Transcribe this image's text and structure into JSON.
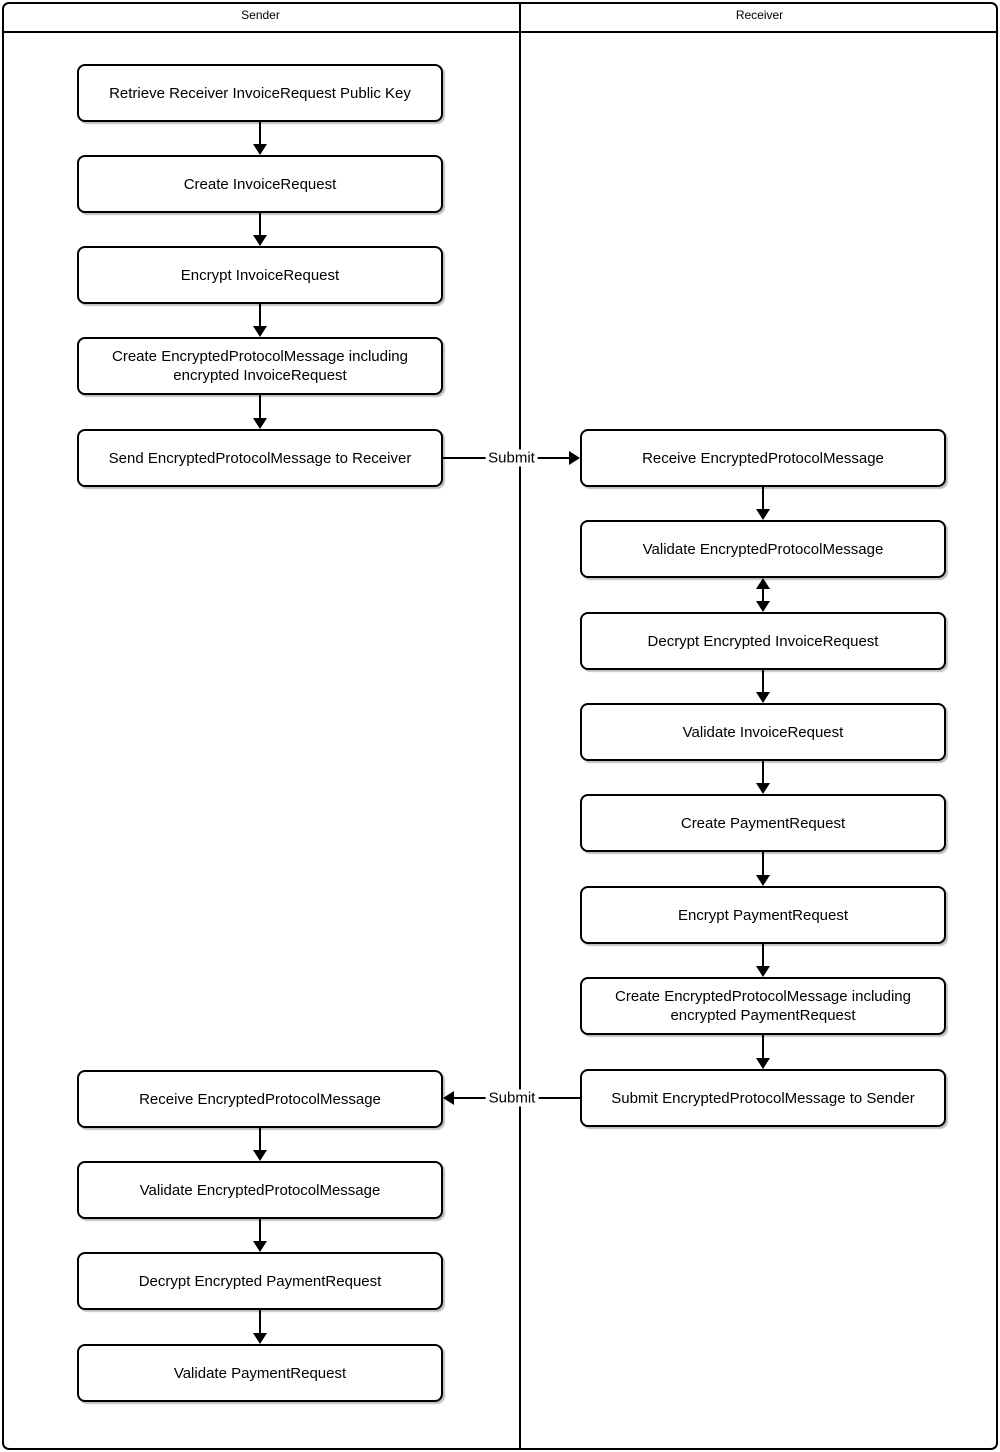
{
  "lanes": {
    "sender": "Sender",
    "receiver": "Receiver"
  },
  "nodes": {
    "sender": [
      "Retrieve Receiver InvoiceRequest Public Key",
      "Create InvoiceRequest",
      "Encrypt InvoiceRequest",
      "Create EncryptedProtocolMessage including encrypted InvoiceRequest",
      "Send EncryptedProtocolMessage to Receiver",
      "Receive EncryptedProtocolMessage",
      "Validate EncryptedProtocolMessage",
      "Decrypt Encrypted PaymentRequest",
      "Validate PaymentRequest"
    ],
    "receiver": [
      "Receive EncryptedProtocolMessage",
      "Validate EncryptedProtocolMessage",
      "Decrypt Encrypted InvoiceRequest",
      "Validate InvoiceRequest",
      "Create PaymentRequest",
      "Encrypt PaymentRequest",
      "Create EncryptedProtocolMessage including encrypted PaymentRequest",
      "Submit EncryptedProtocolMessage to Sender"
    ]
  },
  "edges": {
    "submit_to_receiver": "Submit",
    "submit_to_sender": "Submit"
  },
  "colors": {
    "line": "#000000",
    "fill": "#ffffff",
    "text": "#000000"
  }
}
